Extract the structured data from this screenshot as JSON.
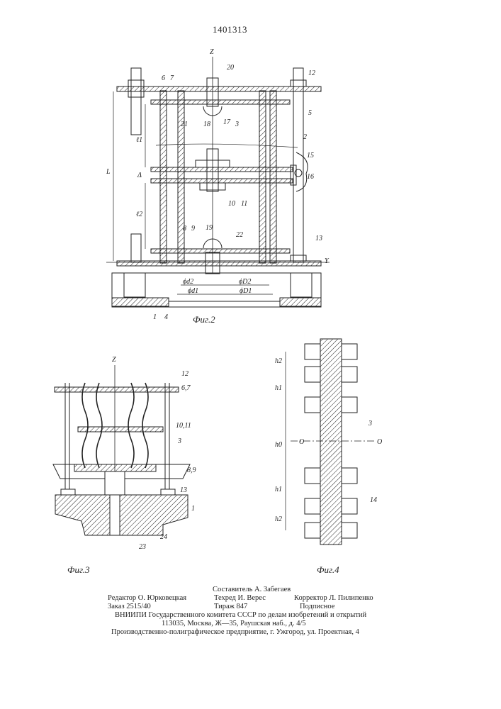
{
  "document_number": "1401313",
  "fig2": {
    "caption": "Фиг.2",
    "labels": {
      "z": "Z",
      "y": "Y",
      "l": "L",
      "l1": "ℓ1",
      "l2": "ℓ2",
      "delta": "Δ",
      "n1": "1",
      "n2": "2",
      "n3": "3",
      "n4": "4",
      "n5": "5",
      "n6": "6",
      "n7": "7",
      "n8": "8",
      "n9": "9",
      "n10": "10",
      "n11": "11",
      "n12": "12",
      "n13": "13",
      "n15": "15",
      "n16": "16",
      "n17": "17",
      "n18": "18",
      "n19": "19",
      "n20": "20",
      "n21": "21",
      "n22": "22",
      "d2": "ϕd2",
      "D2": "ϕD2",
      "d1": "ϕd1",
      "D1": "ϕD1"
    }
  },
  "fig3": {
    "caption": "Фиг.3",
    "labels": {
      "z": "Z",
      "n12": "12",
      "n67": "6,7",
      "n1011": "10,11",
      "n3": "3",
      "n89": "8,9",
      "n13": "13",
      "n1": "1",
      "n24": "24",
      "n23": "23"
    }
  },
  "fig4": {
    "caption": "Фиг.4",
    "labels": {
      "h2a": "h2",
      "h1a": "h1",
      "h0": "h0",
      "h1b": "h1",
      "h2b": "h2",
      "n3": "3",
      "n14": "14",
      "o1": "O",
      "o2": "O"
    }
  },
  "footer": {
    "compiler": "Составитель А. Забегаев",
    "editor": "Редактор О. Юрковецкая",
    "techred": "Техред И. Верес",
    "corrector": "Корректор Л. Пилипенко",
    "order": "Заказ 2515/40",
    "circulation": "Тираж 847",
    "subscription": "Подписное",
    "org": "ВНИИПИ Государственного комитета СССР по делам изобретений и открытий",
    "address": "113035, Москва, Ж—35, Раушская наб., д. 4/5",
    "printer": "Производственно-полиграфическое предприятие, г. Ужгород, ул. Проектная, 4"
  }
}
